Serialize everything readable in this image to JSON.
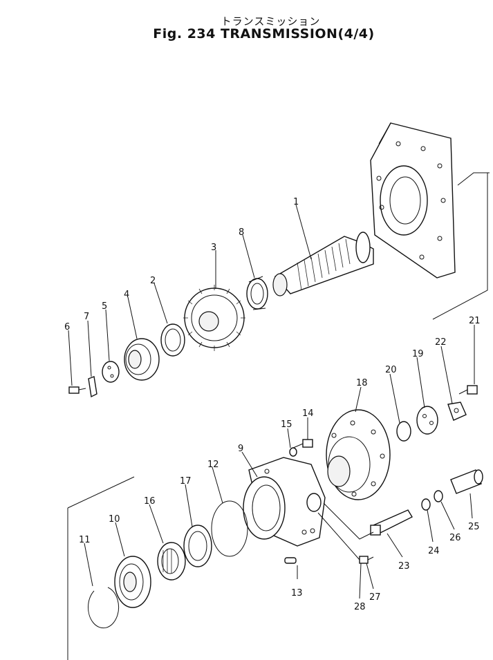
{
  "header": {
    "jp_title": "トランスミッション",
    "fig_title": "Fig. 234  TRANSMISSION(4/4)"
  },
  "callouts": [
    "1",
    "2",
    "3",
    "4",
    "5",
    "6",
    "7",
    "8",
    "9",
    "10",
    "11",
    "12",
    "13",
    "14",
    "15",
    "16",
    "17",
    "18",
    "19",
    "20",
    "21",
    "22",
    "23",
    "24",
    "25",
    "26",
    "27",
    "28"
  ]
}
